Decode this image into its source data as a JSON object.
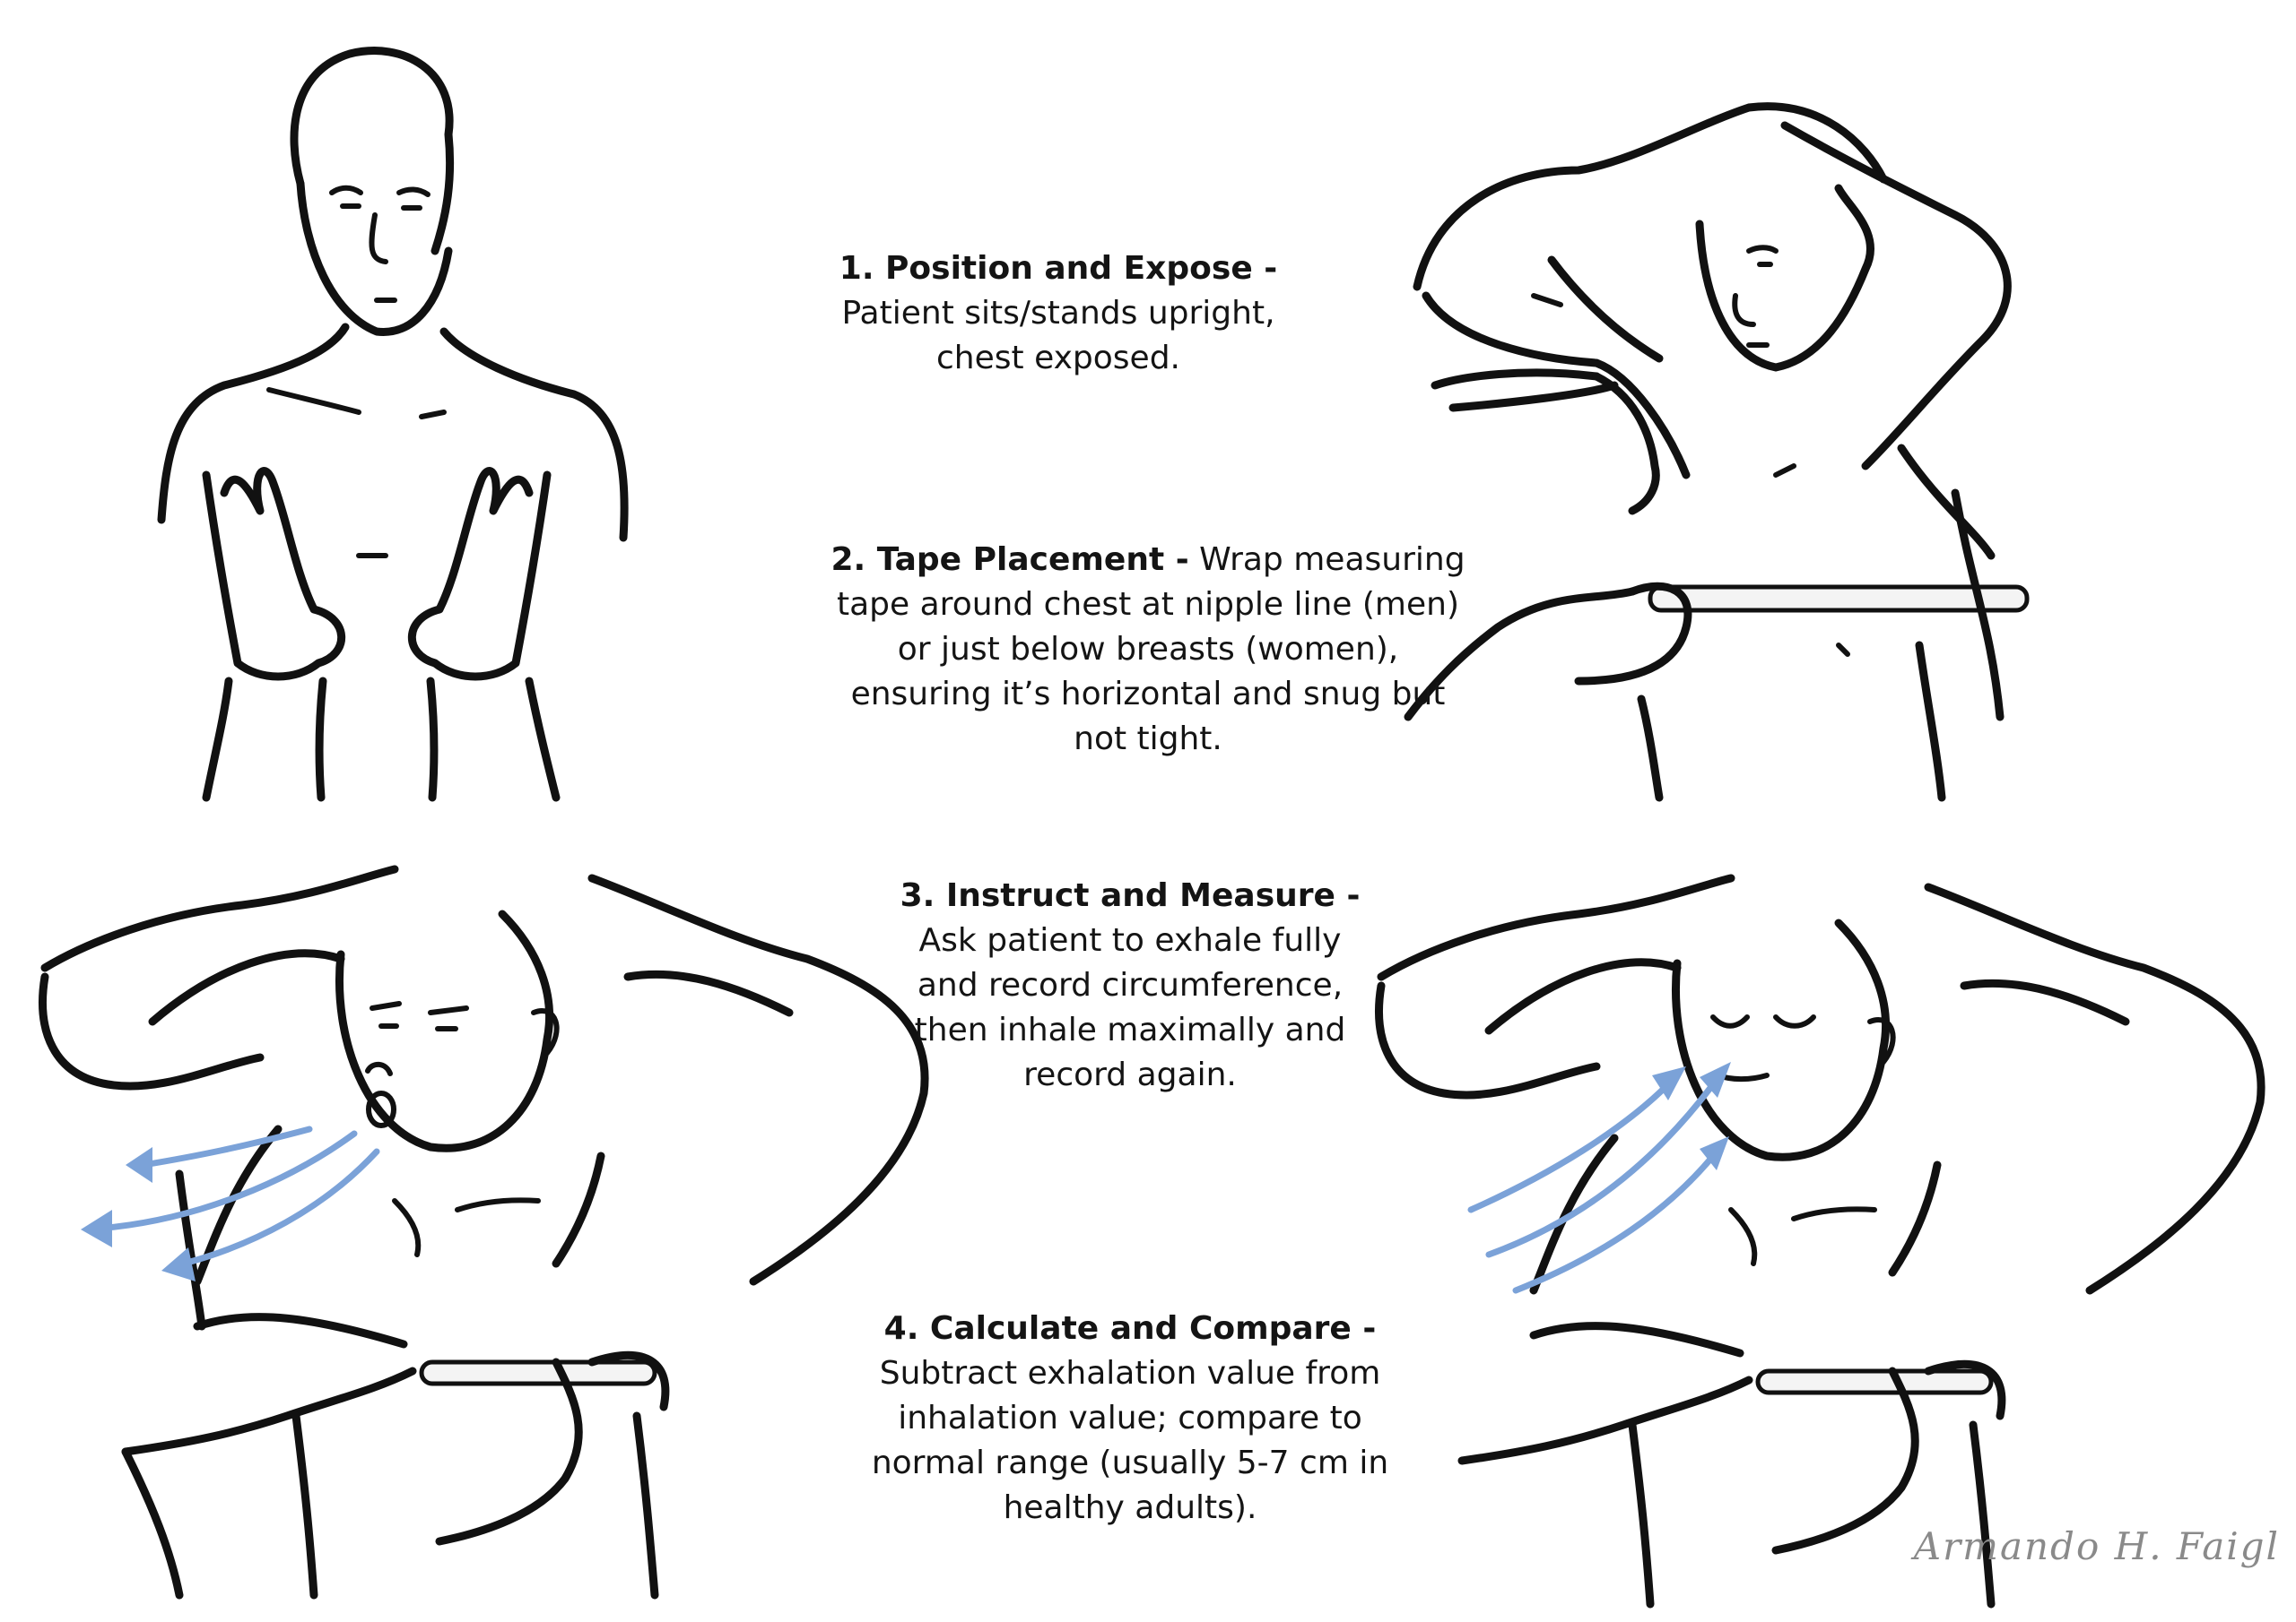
{
  "steps": [
    {
      "title": "1. Position and Expose -",
      "body_lines": [
        "Patient sits/stands upright,",
        "chest exposed."
      ]
    },
    {
      "title": "2. Tape Placement -",
      "title_tail": "Wrap measuring",
      "body_lines": [
        "tape around chest at nipple line (men)",
        "or just below breasts (women),",
        "ensuring it’s horizontal and snug but",
        "not tight."
      ]
    },
    {
      "title": "3. Instruct and Measure -",
      "body_lines": [
        "Ask patient to exhale fully",
        "and record circumference,",
        "then inhale maximally and",
        "record again."
      ]
    },
    {
      "title": "4. Calculate and Compare -",
      "body_lines": [
        "Subtract exhalation value from",
        "inhalation value; compare to",
        "normal range (usually 5-7 cm in",
        "healthy adults)."
      ]
    }
  ],
  "signature": "Armando H. Faigl",
  "colors": {
    "ink": "#111111",
    "breath_arrows": "#7ba2d8",
    "background": "#ffffff"
  }
}
